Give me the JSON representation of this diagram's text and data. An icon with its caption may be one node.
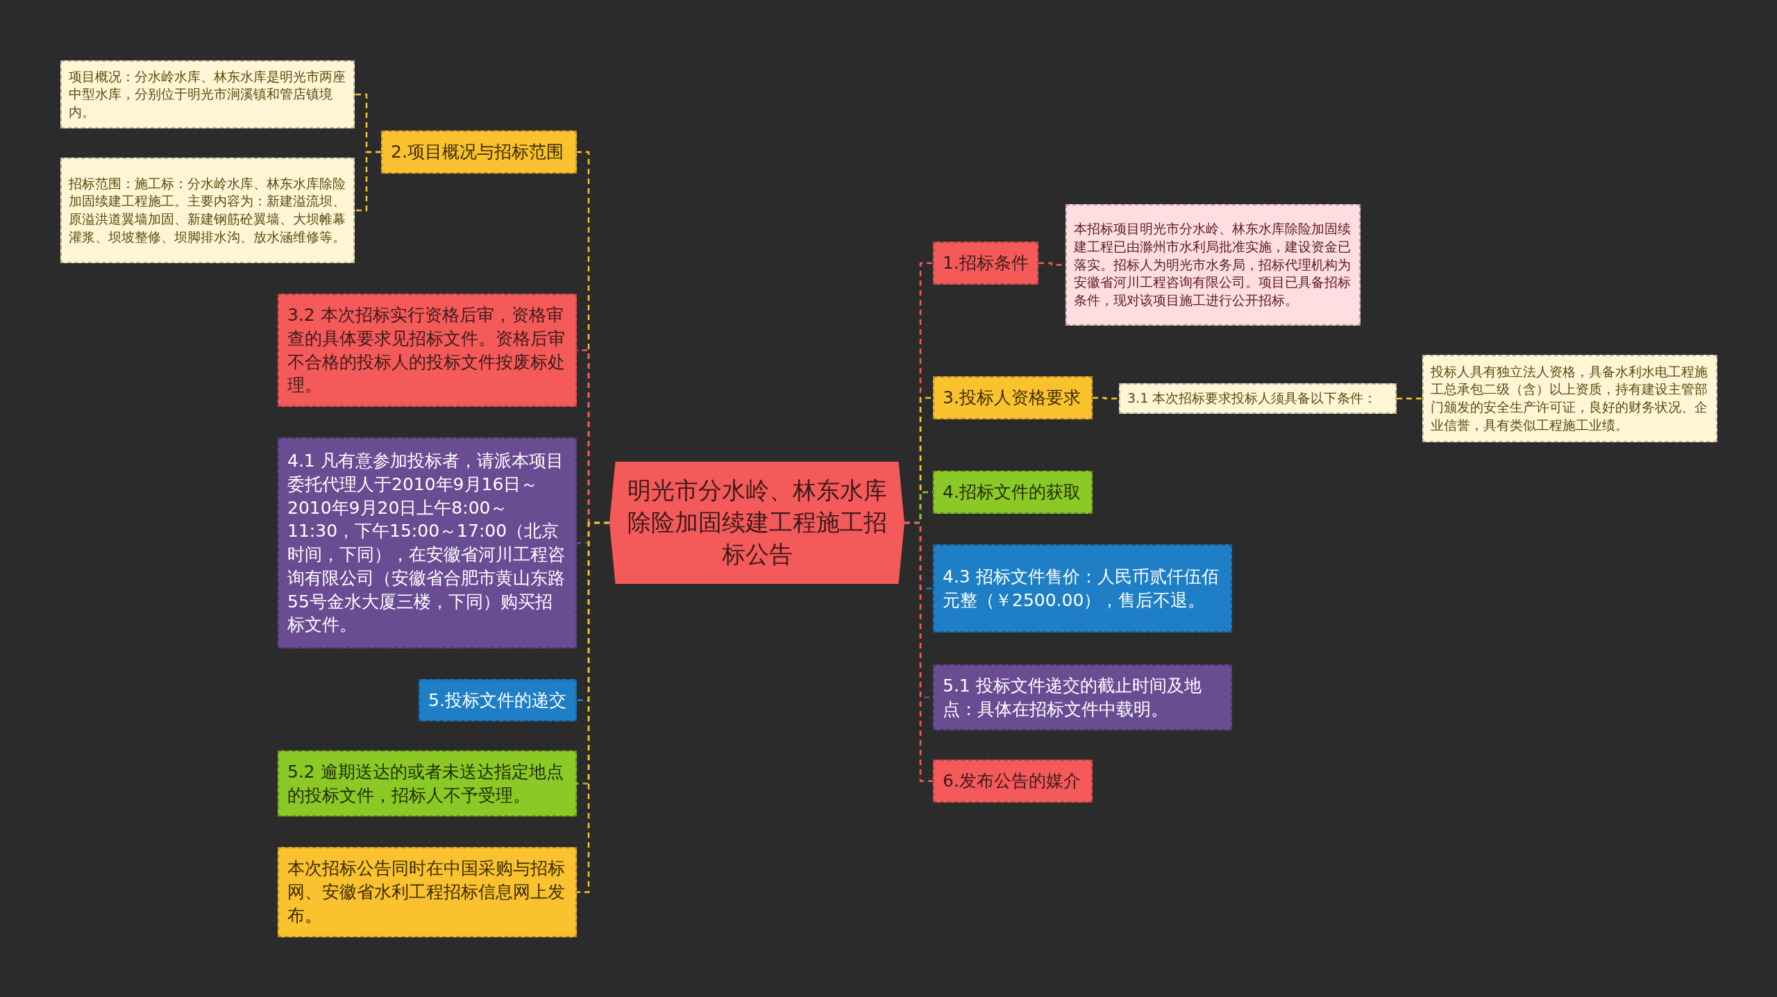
{
  "diagram": {
    "nodes": [
      {
        "text": [
          "明光市分水岭、林东水库除险加固续建工程施工招标公告"
        ]
      },
      {
        "text": [
          "1.招标条件"
        ]
      },
      {
        "text": [
          "本招标项目明光市分水岭、林东水库除险加固续建工程已由滁州市水利局批准实施，建设资金已落实。招标人为明光市水务局，招标代理机构为安徽省河川工程咨询有限公司。项目已具备招标条件，现对该项目施工进行公开招标。"
        ]
      },
      {
        "text": [
          "3.投标人资格要求"
        ]
      },
      {
        "text": [
          "3.1 本次招标要求投标人须具备以下条件："
        ]
      },
      {
        "text": [
          "投标人具有独立法人资格，具备水利水电工程施工总承包二级（含）以上资质，持有建设主管部门颁发的安全生产许可证，良好的财务状况、企业信誉，具有类似工程施工业绩。"
        ]
      },
      {
        "text": [
          "4.招标文件的获取"
        ]
      },
      {
        "text": [
          "4.3 招标文件售价：人民币贰仟伍佰元整（￥2500.00），售后不退。"
        ]
      },
      {
        "text": [
          "5.1 投标文件递交的截止时间及地点：具体在招标文件中载明。"
        ]
      },
      {
        "text": [
          "6.发布公告的媒介"
        ]
      },
      {
        "text": [
          "2.项目概况与招标范围"
        ]
      },
      {
        "text": [
          "项目概况：分水岭水库、林东水库是明光市两座中型水库，分别位于明光市涧溪镇和管店镇境内。"
        ]
      },
      {
        "text": [
          "招标范围：施工标：分水岭水库、林东水库除险加固续建工程施工。主要内容为：新建溢流坝、原溢洪道翼墙加固、新建钢筋砼翼墙、大坝帷幕灌浆、坝坡整修、坝脚排水沟、放水涵维修等。"
        ]
      },
      {
        "text": [
          "3.2 本次招标实行资格后审，资格审查的具体要求见招标文件。资格后审不合格的投标人的投标文件按废标处理。"
        ]
      },
      {
        "text": [
          "4.1 凡有意参加投标者，请派本项目委托代理人于2010年9月16日～2010年9月20日上午8:00～11:30，下午15:00～17:00（北京时间，下同），在安徽省河川工程咨询有限公司（安徽省合肥市黄山东路55号金水大厦三楼，下同）购买招标文件。"
        ]
      },
      {
        "text": [
          "5.投标文件的递交"
        ]
      },
      {
        "text": [
          "5.2 逾期送达的或者未送达指定地点的投标文件，招标人不予受理。"
        ]
      },
      {
        "text": [
          "本次招标公告同时在中国采购与招标网、安徽省水利工程招标信息网上发布。"
        ]
      }
    ],
    "edges": [
      {
        "from": 0,
        "to": 1,
        "arrow": "none",
        "color": "#f55a5a"
      },
      {
        "from": 0,
        "to": 3,
        "arrow": "none",
        "color": "#f9c22e"
      },
      {
        "from": 0,
        "to": 6,
        "arrow": "none",
        "color": "#8bc926"
      },
      {
        "from": 0,
        "to": 7,
        "arrow": "none",
        "color": "#1e7fc7"
      },
      {
        "from": 0,
        "to": 8,
        "arrow": "none",
        "color": "#6a4c93"
      },
      {
        "from": 0,
        "to": 9,
        "arrow": "none",
        "color": "#f55a5a"
      },
      {
        "from": 1,
        "to": 2,
        "arrow": "none",
        "color": "#f55a5a"
      },
      {
        "from": 3,
        "to": 4,
        "arrow": "none",
        "color": "#f9c22e"
      },
      {
        "from": 4,
        "to": 5,
        "arrow": "none",
        "color": "#f9c22e"
      },
      {
        "from": 0,
        "to": 10,
        "arrow": "none",
        "color": "#f9c22e"
      },
      {
        "from": 10,
        "to": 11,
        "arrow": "none",
        "color": "#f9c22e"
      },
      {
        "from": 10,
        "to": 12,
        "arrow": "none",
        "color": "#f9c22e"
      },
      {
        "from": 0,
        "to": 13,
        "arrow": "none",
        "color": "#f55a5a"
      },
      {
        "from": 0,
        "to": 14,
        "arrow": "none",
        "color": "#6a4c93"
      },
      {
        "from": 0,
        "to": 15,
        "arrow": "none",
        "color": "#1e7fc7"
      },
      {
        "from": 0,
        "to": 16,
        "arrow": "none",
        "color": "#8bc926"
      },
      {
        "from": 0,
        "to": 17,
        "arrow": "none",
        "color": "#f9c22e"
      }
    ]
  }
}
